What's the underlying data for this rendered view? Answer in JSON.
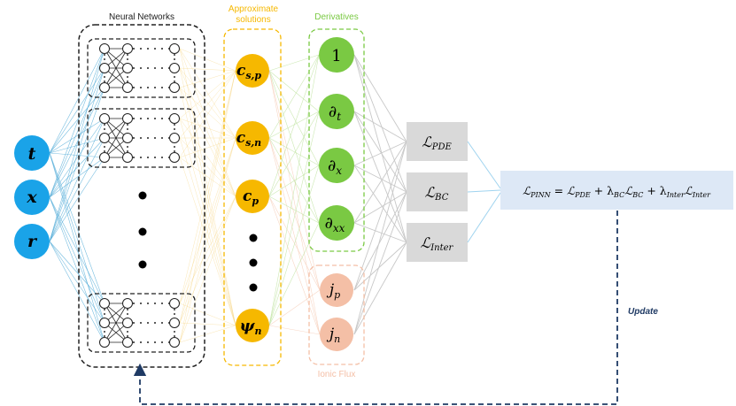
{
  "inputs": [
    {
      "label": "t"
    },
    {
      "label": "x"
    },
    {
      "label": "r"
    }
  ],
  "groups": {
    "neural_networks": "Neural Networks",
    "approximate_solutions_line1": "Approximate",
    "approximate_solutions_line2": "solutions",
    "derivatives": "Derivatives",
    "ionic_flux": "Ionic Flux"
  },
  "solutions": {
    "csp_base": "c",
    "csp_sub": "s,p",
    "csn_base": "c",
    "csn_sub": "s,n",
    "cp_base": "c",
    "cp_sub": "p",
    "psin_base": "ψ",
    "psin_sub": "n"
  },
  "derivatives": {
    "one": "1",
    "dt_base": "∂",
    "dt_sub": "t",
    "dx_base": "∂",
    "dx_sub": "x",
    "dxx_base": "∂",
    "dxx_sub": "xx"
  },
  "flux": {
    "jp_base": "j",
    "jp_sub": "p",
    "jn_base": "j",
    "jn_sub": "n"
  },
  "losses": {
    "pde_base": "ℒ",
    "pde_sub": "PDE",
    "bc_base": "ℒ",
    "bc_sub": "BC",
    "inter_base": "ℒ",
    "inter_sub": "Inter"
  },
  "total_loss": {
    "lhs_base": "ℒ",
    "lhs_sub": "PINN",
    "eq": " = ",
    "t1_base": "ℒ",
    "t1_sub": "PDE",
    "plus1": " + λ",
    "lam1_sub": "BC",
    "t2_base": "ℒ",
    "t2_sub": "BC",
    "plus2": " + λ",
    "lam2_sub": "Inter",
    "t3_base": "ℒ",
    "t3_sub": "Inter"
  },
  "update_label": "Update",
  "colors": {
    "input_blue": "#1aa3e8",
    "solution_yellow": "#f6b800",
    "derivative_green": "#7ac943",
    "flux_pink": "#f4bfa6",
    "loss_gray": "#d9d9d9",
    "total_loss_bg": "#dde8f6",
    "connection_light_blue": "#9fd3ef",
    "update_arrow": "#1f3a64"
  }
}
